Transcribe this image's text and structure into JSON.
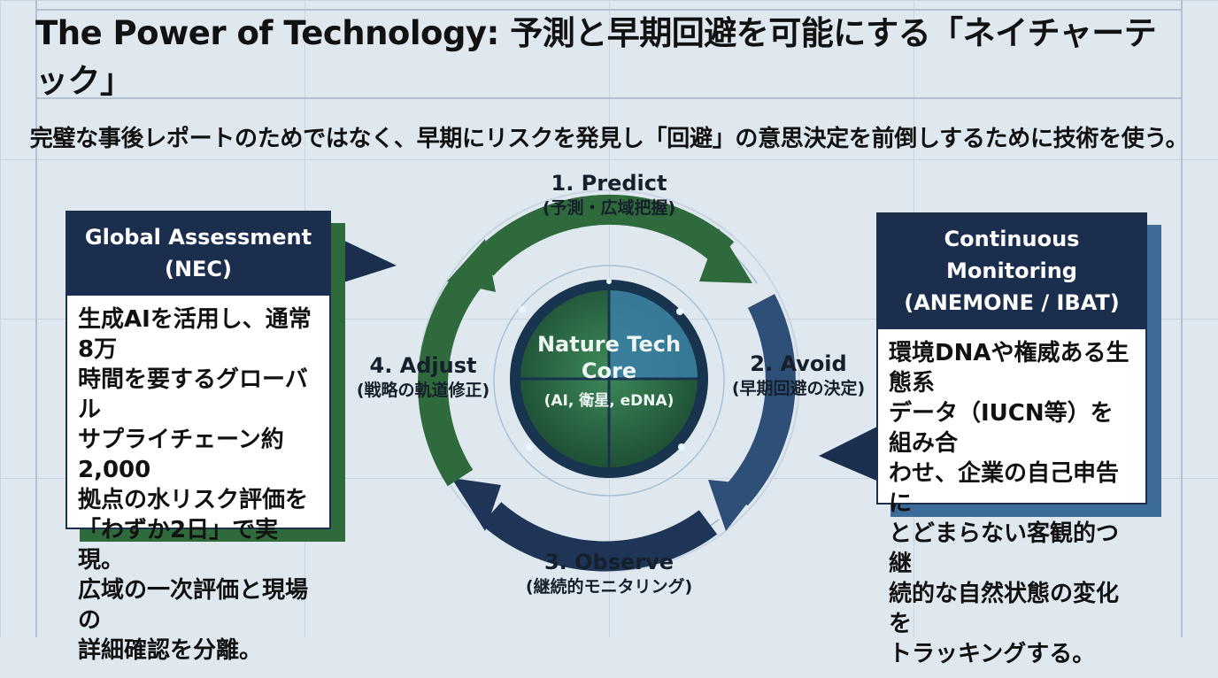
{
  "title": "The Power of Technology: 予測と早期回避を可能にする「ネイチャーテック」",
  "subtitle": "完璧な事後レポートのためではなく、早期にリスクを発見し「回避」の意思決定を前倒しするために技術を使う。",
  "cycle": {
    "core": {
      "line1": "Nature Tech",
      "line2": "Core",
      "line3": "(AI, 衛星, eDNA)"
    },
    "steps": [
      {
        "title": "1. Predict",
        "sub": "(予測・広域把握)"
      },
      {
        "title": "2. Avoid",
        "sub": "(早期回避の決定)"
      },
      {
        "title": "3. Observe",
        "sub": "(継続的モニタリング)"
      },
      {
        "title": "4. Adjust",
        "sub": "(戦略の軌道修正)"
      }
    ]
  },
  "left_box": {
    "header1": "Global Assessment",
    "header2": "(NEC)",
    "lines": [
      "生成AIを活用し、通常8万",
      "時間を要するグローバル",
      "サプライチェーン約2,000",
      "拠点の水リスク評価を",
      "「わずか2日」で実現。",
      "広域の一次評価と現場の",
      "詳細確認を分離。"
    ]
  },
  "right_box": {
    "header1": "Continuous Monitoring",
    "header2": "(ANEMONE / IBAT)",
    "lines": [
      "環境DNAや権威ある生態系",
      "データ（IUCN等）を組み合",
      "わせ、企業の自己申告に",
      "とどまらない客観的つ継",
      "続的な自然状態の変化を",
      "トラッキングする。"
    ]
  },
  "colors": {
    "navy": "#1b2e4e",
    "green": "#2f6a3c",
    "steel": "#3c6b98",
    "teal": "#4b8fb8"
  }
}
